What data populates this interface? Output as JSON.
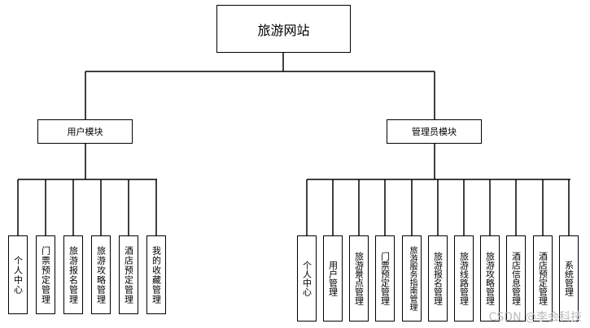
{
  "root": {
    "label": "旅游网站"
  },
  "user_module": {
    "label": "用户模块",
    "children": [
      "个人中心",
      "门票预定管理",
      "旅游报名管理",
      "旅游攻略管理",
      "酒店预定管理",
      "我的收藏管理"
    ]
  },
  "admin_module": {
    "label": "管理员模块",
    "children": [
      "个人中心",
      "用户管理",
      "旅游景点管理",
      "门票预定管理",
      "旅游服务指南管理",
      "旅游报名管理",
      "旅游线路管理",
      "旅游攻略管理",
      "酒店信息管理",
      "酒店预定管理",
      "系统管理"
    ]
  },
  "watermark": "CSDN @李会科技"
}
